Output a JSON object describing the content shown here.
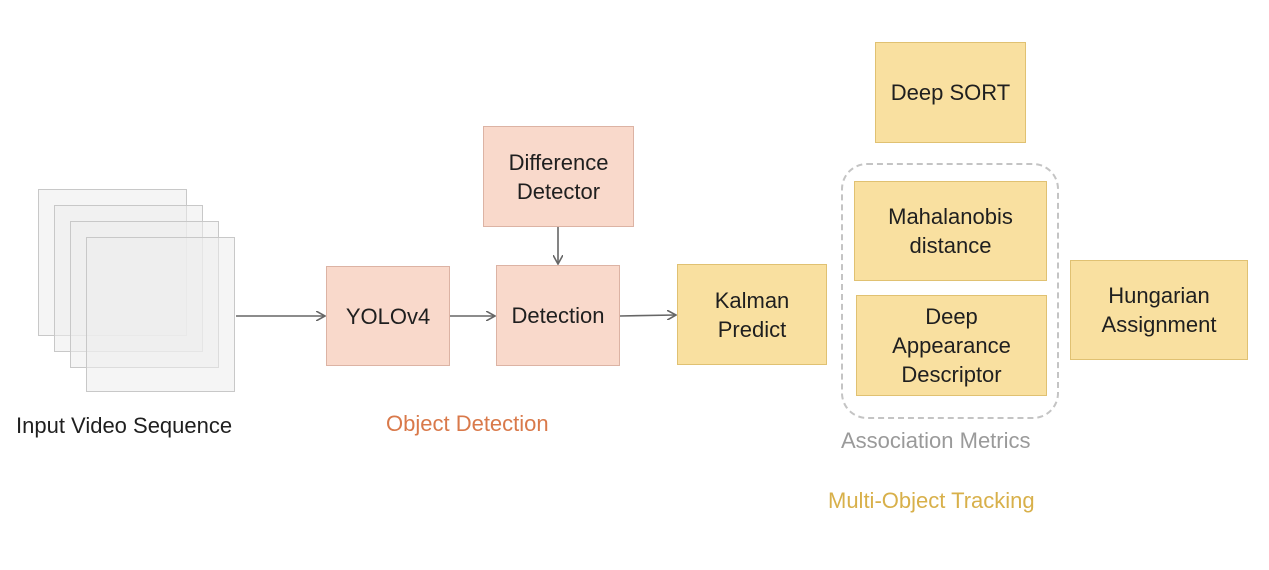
{
  "diagram": {
    "nodes": {
      "yolo": "YOLOv4",
      "difference_detector": "Difference\nDetector",
      "detection": "Detection",
      "kalman": "Kalman\nPredict",
      "deep_sort": "Deep SORT",
      "mahalanobis": "Mahalanobis\ndistance",
      "appearance": "Deep\nAppearance\nDescriptor",
      "hungarian": "Hungarian\nAssignment"
    },
    "labels": {
      "input": "Input Video Sequence",
      "object_detection": "Object Detection",
      "association": "Association Metrics",
      "tracking": "Multi-Object Tracking"
    },
    "colors": {
      "detection_fill": "#f9d9cb",
      "tracking_fill": "#f9e0a0",
      "object_detection_label": "#d9794a",
      "association_label": "#9a9a9a",
      "tracking_label": "#d8b04a",
      "arrow": "#666666"
    }
  }
}
